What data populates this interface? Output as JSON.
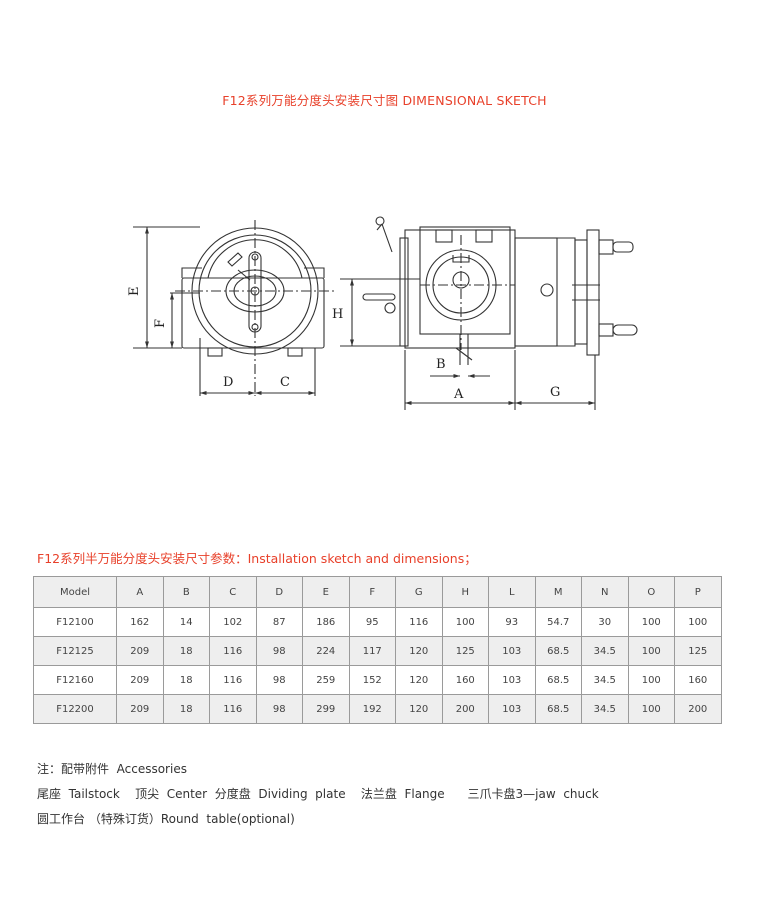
{
  "title": "F12系列万能分度头安装尺寸图  DIMENSIONAL  SKETCH",
  "drawing": {
    "labels": {
      "E": "E",
      "F": "F",
      "D": "D",
      "C": "C",
      "H": "H",
      "B": "B",
      "A": "A",
      "G": "G"
    }
  },
  "caption": "F12系列半万能分度头安装尺寸参数：Installation  sketch  and  dimensions；",
  "table": {
    "headers": [
      "Model",
      "A",
      "B",
      "C",
      "D",
      "E",
      "F",
      "G",
      "H",
      "L",
      "M",
      "N",
      "O",
      "P"
    ],
    "rows": [
      [
        "F12100",
        "162",
        "14",
        "102",
        "87",
        "186",
        "95",
        "116",
        "100",
        "93",
        "54.7",
        "30",
        "100",
        "100"
      ],
      [
        "F12125",
        "209",
        "18",
        "116",
        "98",
        "224",
        "117",
        "120",
        "125",
        "103",
        "68.5",
        "34.5",
        "100",
        "125"
      ],
      [
        "F12160",
        "209",
        "18",
        "116",
        "98",
        "259",
        "152",
        "120",
        "160",
        "103",
        "68.5",
        "34.5",
        "100",
        "160"
      ],
      [
        "F12200",
        "209",
        "18",
        "116",
        "98",
        "299",
        "192",
        "120",
        "200",
        "103",
        "68.5",
        "34.5",
        "100",
        "200"
      ]
    ]
  },
  "notes": {
    "line1": "注：配带附件  Accessories",
    "line2": "尾座  Tailstock    顶尖  Center  分度盘  Dividing  plate    法兰盘  Flange      三爪卡盘3—jaw  chuck",
    "line3": "圆工作台 （特殊订货）Round  table(optional)"
  }
}
